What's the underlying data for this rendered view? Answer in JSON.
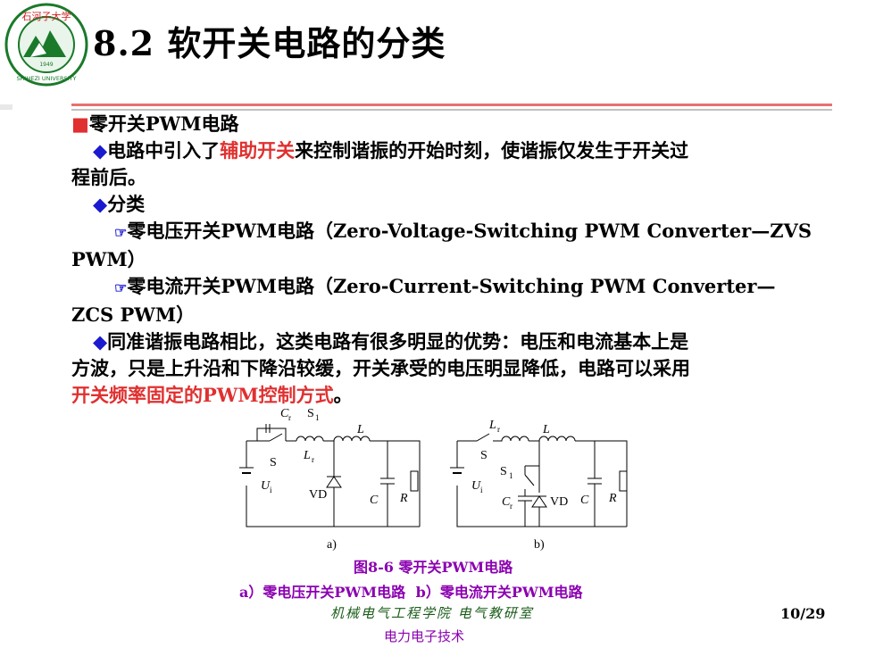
{
  "logo": {
    "name": "university-logo",
    "year": "1949",
    "ring_text": "SHIHEZI UNIVERSITY",
    "top_text": "石河子大学"
  },
  "title": "8.2 软开关电路的分类",
  "lines": {
    "l1_marker": "■",
    "l1_text": "零开关PWM电路",
    "l2_marker": "◆",
    "l2_a": "电路中引入了",
    "l2_red": "辅助开关",
    "l2_b": "来控制谐振的开始时刻，使谐振仅发生于开关过",
    "l3": "程前后。",
    "l4_marker": "◆",
    "l4_text": "分类",
    "l5_marker": "☞",
    "l5_text": "零电压开关PWM电路（Zero-Voltage-Switching PWM Converter—ZVS",
    "l6": "PWM）",
    "l7_marker": "☞",
    "l7_text": "零电流开关PWM电路（Zero-Current-Switching PWM Converter—",
    "l8": "ZCS PWM）",
    "l9_marker": "◆",
    "l9_text": "同准谐振电路相比，这类电路有很多明显的优势：电压和电流基本上是",
    "l10": "方波，只是上升沿和下降沿较缓，开关承受的电压明显降低，电路可以采用",
    "l11_red": "开关频率固定的PWM控制方式",
    "l11_end": "。"
  },
  "circuit_a": {
    "cr": "C",
    "cr_sub": "r",
    "s1": "S",
    "s1_sub": "1",
    "L": "L",
    "Lr": "L",
    "Lr_sub": "r",
    "S": "S",
    "Ui": "U",
    "Ui_sub": "i",
    "VD": "VD",
    "C": "C",
    "R": "R",
    "label": "a)"
  },
  "circuit_b": {
    "Lr": "L",
    "Lr_sub": "r",
    "L": "L",
    "S": "S",
    "S1": "S",
    "S1_sub": "1",
    "Ui": "U",
    "Ui_sub": "i",
    "Cr": "C",
    "Cr_sub": "r",
    "VD": "VD",
    "C": "C",
    "R": "R",
    "label": "b)"
  },
  "caption": {
    "title": "图8-6 零开关PWM电路",
    "sub": "a）零电压开关PWM电路   b）零电流开关PWM电路"
  },
  "footer": {
    "script": "机械电气工程学院 电气教研室",
    "page": "10/29",
    "course": "电力电子技术"
  },
  "colors": {
    "accent_red": "#e03030",
    "caption_purple": "#8b00b0",
    "bullet_blue": "#1a1ad0"
  }
}
